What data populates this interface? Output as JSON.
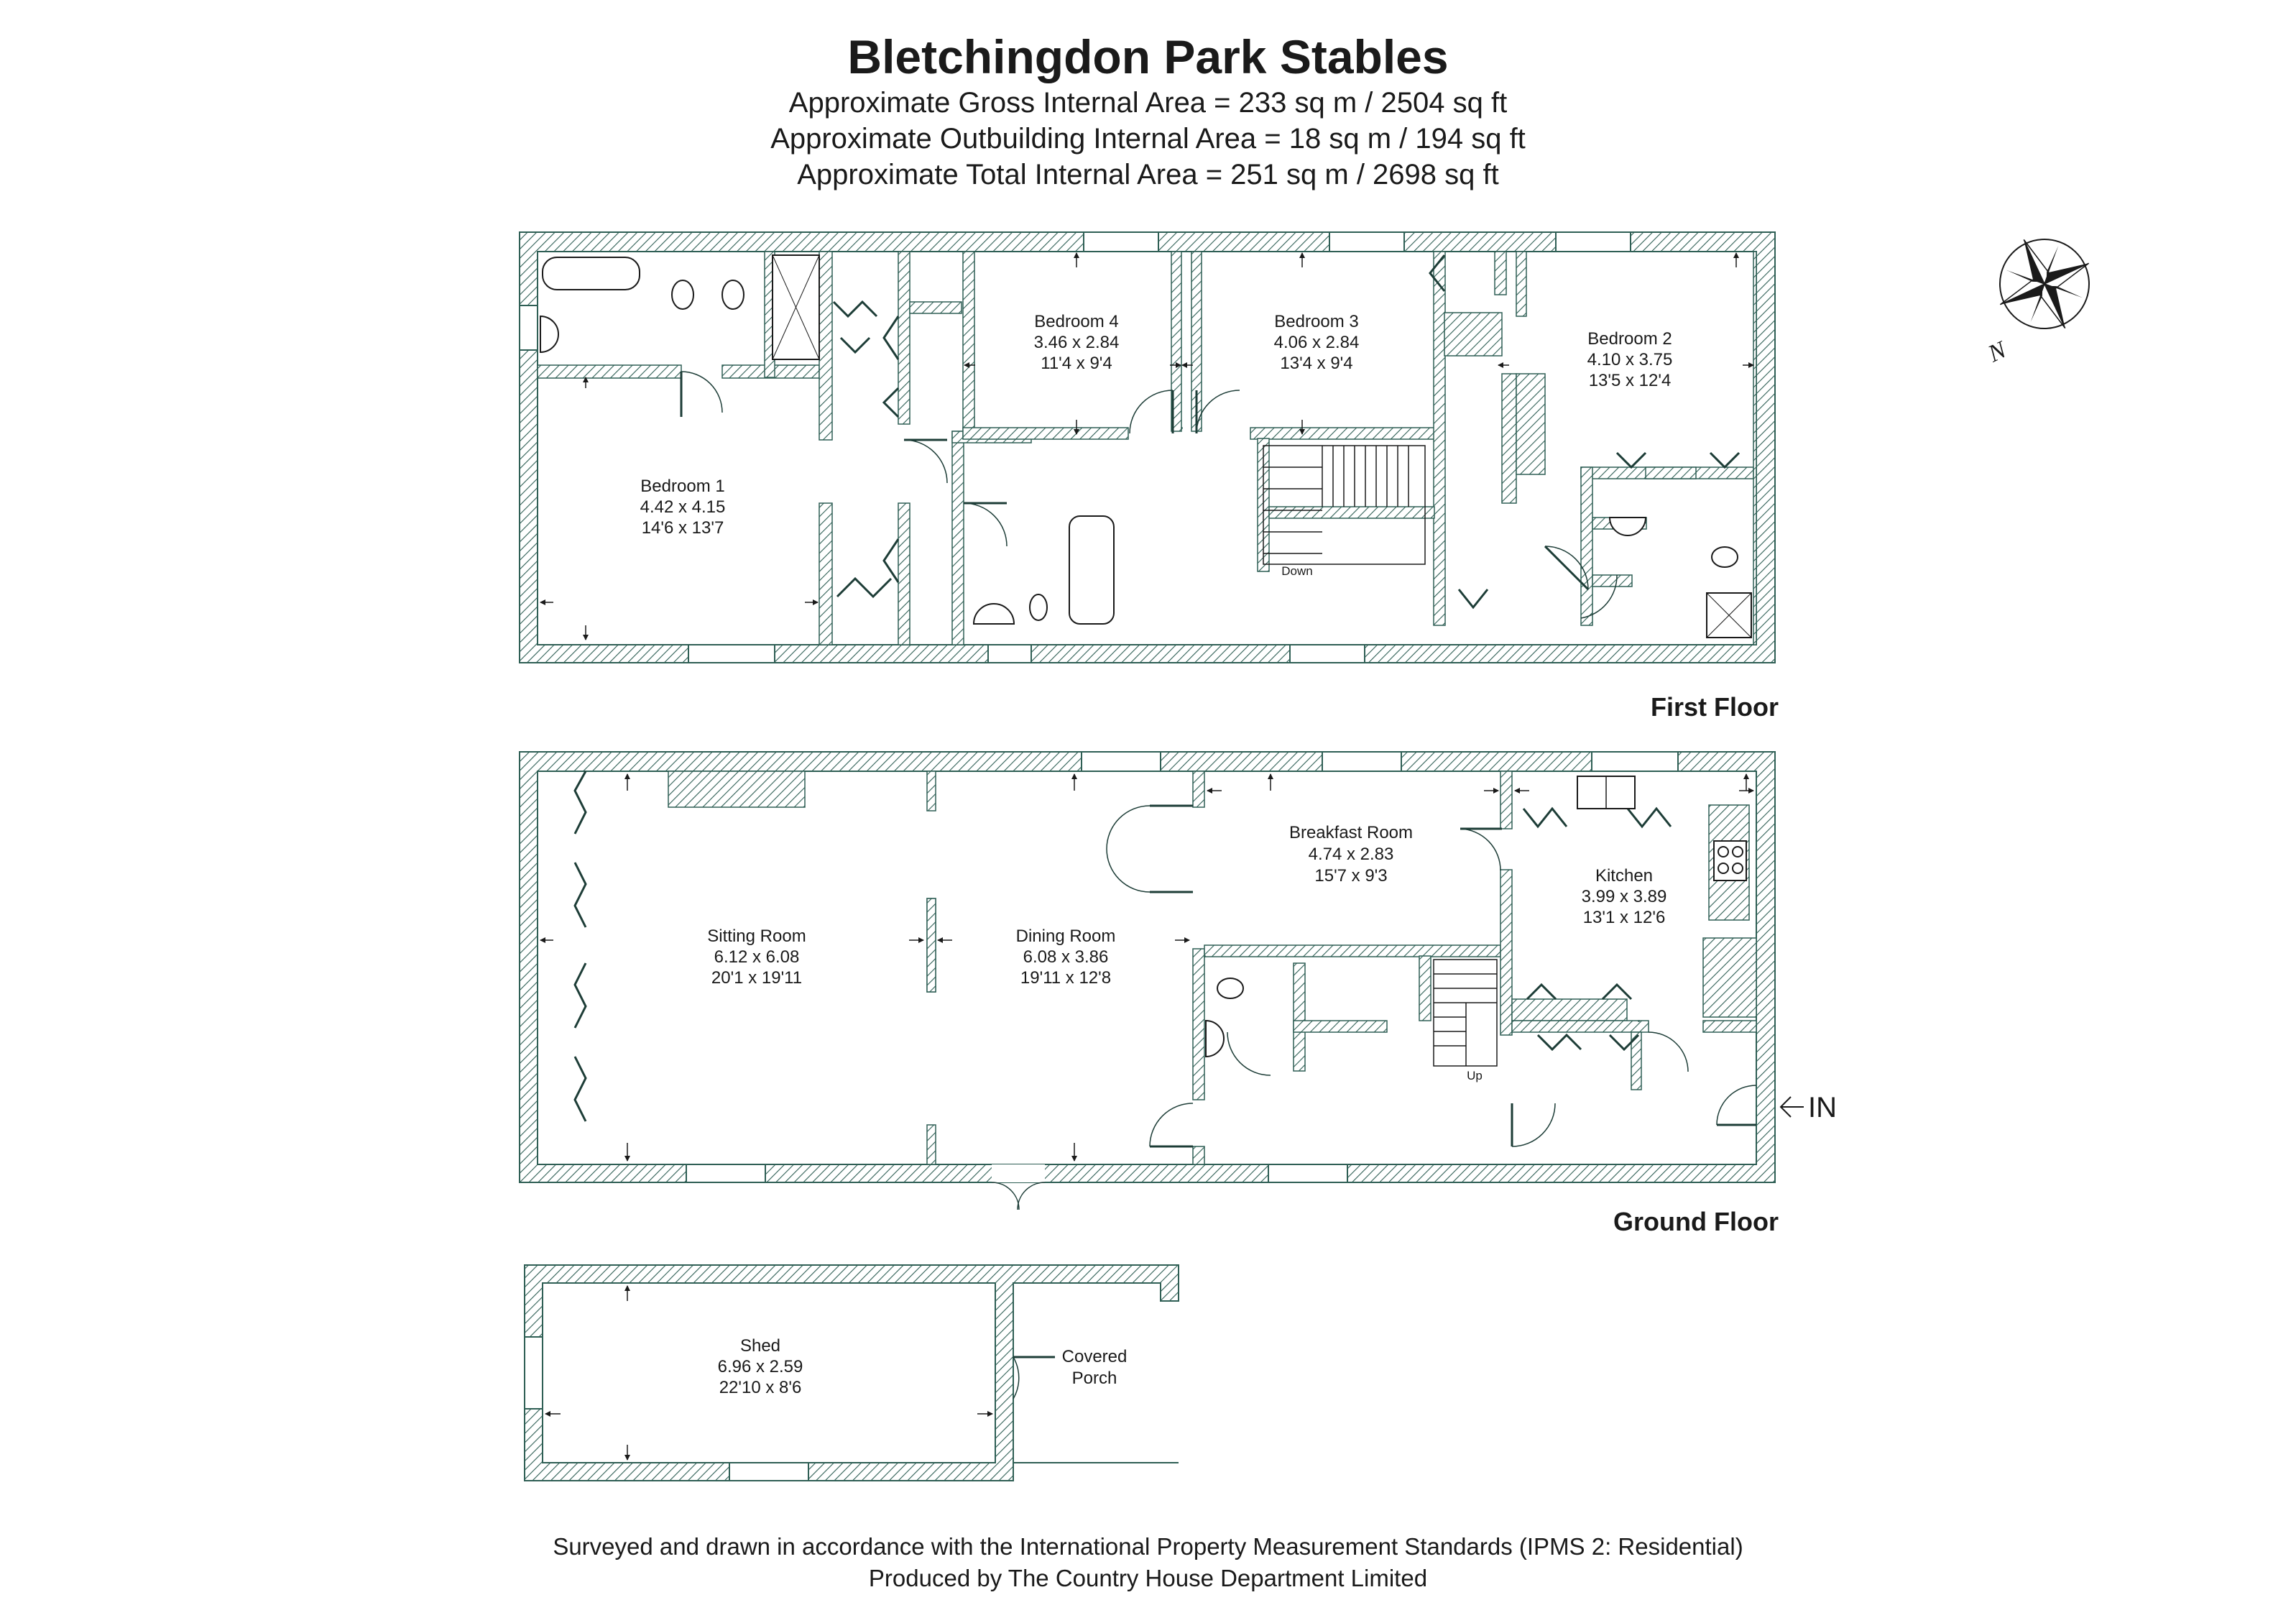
{
  "header": {
    "title": "Bletchingdon Park Stables",
    "lines": [
      "Approximate Gross Internal Area = 233 sq m / 2504 sq ft",
      "Approximate Outbuilding Internal Area = 18 sq m / 194 sq ft",
      "Approximate Total Internal Area = 251 sq m / 2698 sq ft"
    ]
  },
  "compass": {
    "label": "N",
    "icon": "north-compass-icon"
  },
  "first_floor": {
    "label": "First Floor",
    "stair_label": "Down",
    "rooms": {
      "bedroom4": {
        "name": "Bedroom 4",
        "metric": "3.46 x 2.84",
        "imperial": "11'4 x 9'4"
      },
      "bedroom3": {
        "name": "Bedroom 3",
        "metric": "4.06 x 2.84",
        "imperial": "13'4 x 9'4"
      },
      "bedroom2": {
        "name": "Bedroom 2",
        "metric": "4.10 x 3.75",
        "imperial": "13'5 x 12'4"
      },
      "bedroom1": {
        "name": "Bedroom 1",
        "metric": "4.42 x 4.15",
        "imperial": "14'6 x 13'7"
      }
    }
  },
  "ground_floor": {
    "label": "Ground Floor",
    "stair_label": "Up",
    "entrance_label": "IN",
    "rooms": {
      "breakfast": {
        "name": "Breakfast Room",
        "metric": "4.74 x 2.83",
        "imperial": "15'7 x 9'3"
      },
      "kitchen": {
        "name": "Kitchen",
        "metric": "3.99 x 3.89",
        "imperial": "13'1 x 12'6"
      },
      "sitting": {
        "name": "Sitting Room",
        "metric": "6.12 x 6.08",
        "imperial": "20'1 x 19'11"
      },
      "dining": {
        "name": "Dining Room",
        "metric": "6.08 x 3.86",
        "imperial": "19'11 x 12'8"
      }
    }
  },
  "outbuilding": {
    "shed": {
      "name": "Shed",
      "metric": "6.96 x 2.59",
      "imperial": "22'10 x 8'6"
    },
    "porch": {
      "line1": "Covered",
      "line2": "Porch"
    }
  },
  "footer": {
    "line1": "Surveyed and drawn in accordance with the International Property Measurement Standards (IPMS 2: Residential)",
    "line2": "Produced by The Country House Department Limited"
  },
  "colors": {
    "wall_hatch": "#2f5f55",
    "door": "#1d3d37",
    "text": "#1a1a1a"
  }
}
